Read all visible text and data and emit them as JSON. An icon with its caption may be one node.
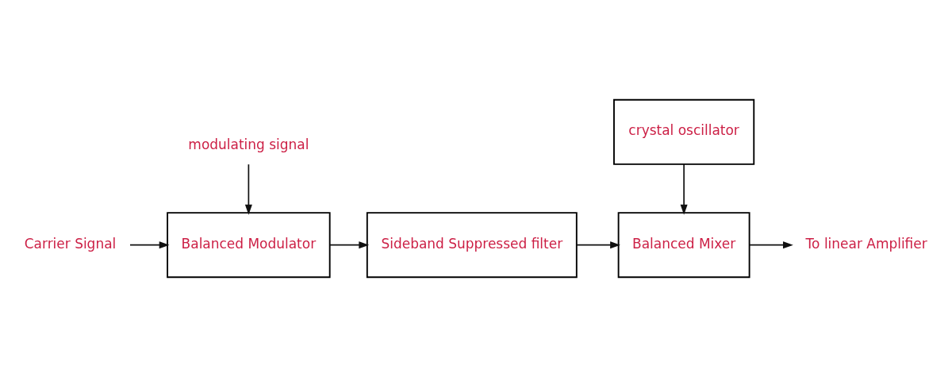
{
  "diagram": {
    "nodes": [
      {
        "text": [
          "Carrier Signal"
        ]
      },
      {
        "text": [
          "Balanced Modulator"
        ]
      },
      {
        "text": [
          "Sideband Suppressed filter"
        ]
      },
      {
        "text": [
          "Balanced Mixer"
        ]
      },
      {
        "text": [
          "To linear Amplifier"
        ]
      },
      {
        "text": [
          "modulating signal"
        ]
      },
      {
        "text": [
          "crystal oscillator"
        ]
      }
    ],
    "edges": [
      {
        "from": 0,
        "to": 1,
        "arrow": "to"
      },
      {
        "from": 1,
        "to": 2,
        "arrow": "to"
      },
      {
        "from": 2,
        "to": 3,
        "arrow": "to"
      },
      {
        "from": 3,
        "to": 4,
        "arrow": "to"
      },
      {
        "from": 5,
        "to": 1,
        "arrow": "to"
      },
      {
        "from": 6,
        "to": 3,
        "arrow": "to"
      }
    ]
  }
}
